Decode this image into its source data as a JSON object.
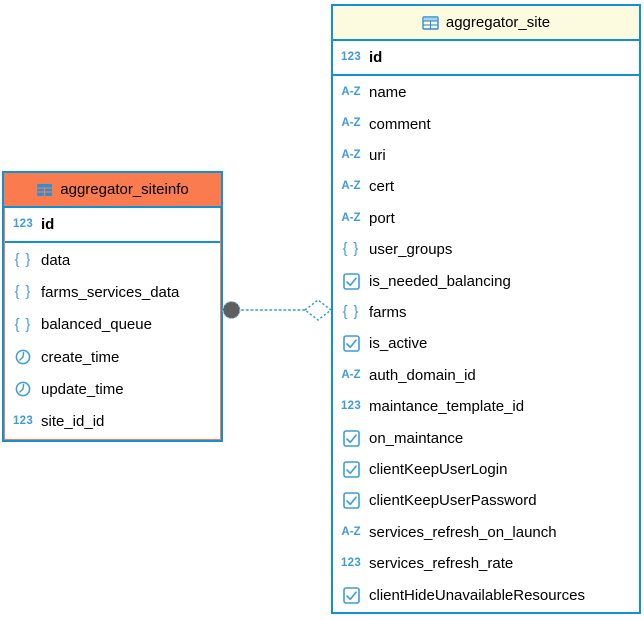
{
  "diagram": {
    "colors": {
      "node_border": "#1191D1",
      "divider": "#1191D1",
      "icon_blue": "#3E9CD8",
      "left_header": "#FA7B4D",
      "right_header": "#FCFADF",
      "relation_line": "#55A9DE",
      "relation_circle": "#5E5E5E"
    },
    "type_glyphs": {
      "number": "123",
      "text": "A-Z",
      "json": "{ }"
    },
    "tables": [
      {
        "name": "aggregator_siteinfo",
        "header_color": "#FA7B4D",
        "primary_key": {
          "name": "id",
          "type": "number"
        },
        "columns": [
          {
            "name": "data",
            "type": "json"
          },
          {
            "name": "farms_services_data",
            "type": "json"
          },
          {
            "name": "balanced_queue",
            "type": "json"
          },
          {
            "name": "create_time",
            "type": "datetime"
          },
          {
            "name": "update_time",
            "type": "datetime"
          },
          {
            "name": "site_id_id",
            "type": "number"
          }
        ]
      },
      {
        "name": "aggregator_site",
        "header_color": "#FCFADF",
        "primary_key": {
          "name": "id",
          "type": "number"
        },
        "columns": [
          {
            "name": "name",
            "type": "text"
          },
          {
            "name": "comment",
            "type": "text"
          },
          {
            "name": "uri",
            "type": "text"
          },
          {
            "name": "cert",
            "type": "text"
          },
          {
            "name": "port",
            "type": "text"
          },
          {
            "name": "user_groups",
            "type": "json"
          },
          {
            "name": "is_needed_balancing",
            "type": "boolean"
          },
          {
            "name": "farms",
            "type": "json"
          },
          {
            "name": "is_active",
            "type": "boolean"
          },
          {
            "name": "auth_domain_id",
            "type": "text"
          },
          {
            "name": "maintance_template_id",
            "type": "number"
          },
          {
            "name": "on_maintance",
            "type": "boolean"
          },
          {
            "name": "clientKeepUserLogin",
            "type": "boolean"
          },
          {
            "name": "clientKeepUserPassword",
            "type": "boolean"
          },
          {
            "name": "services_refresh_on_launch",
            "type": "text"
          },
          {
            "name": "services_refresh_rate",
            "type": "number"
          },
          {
            "name": "clientHideUnavailableResources",
            "type": "boolean"
          }
        ]
      }
    ],
    "relationship": {
      "from_table": "aggregator_siteinfo",
      "to_table": "aggregator_site",
      "line_style": "dotted",
      "from_marker": "filled-circle",
      "to_marker": "open-diamond"
    }
  }
}
